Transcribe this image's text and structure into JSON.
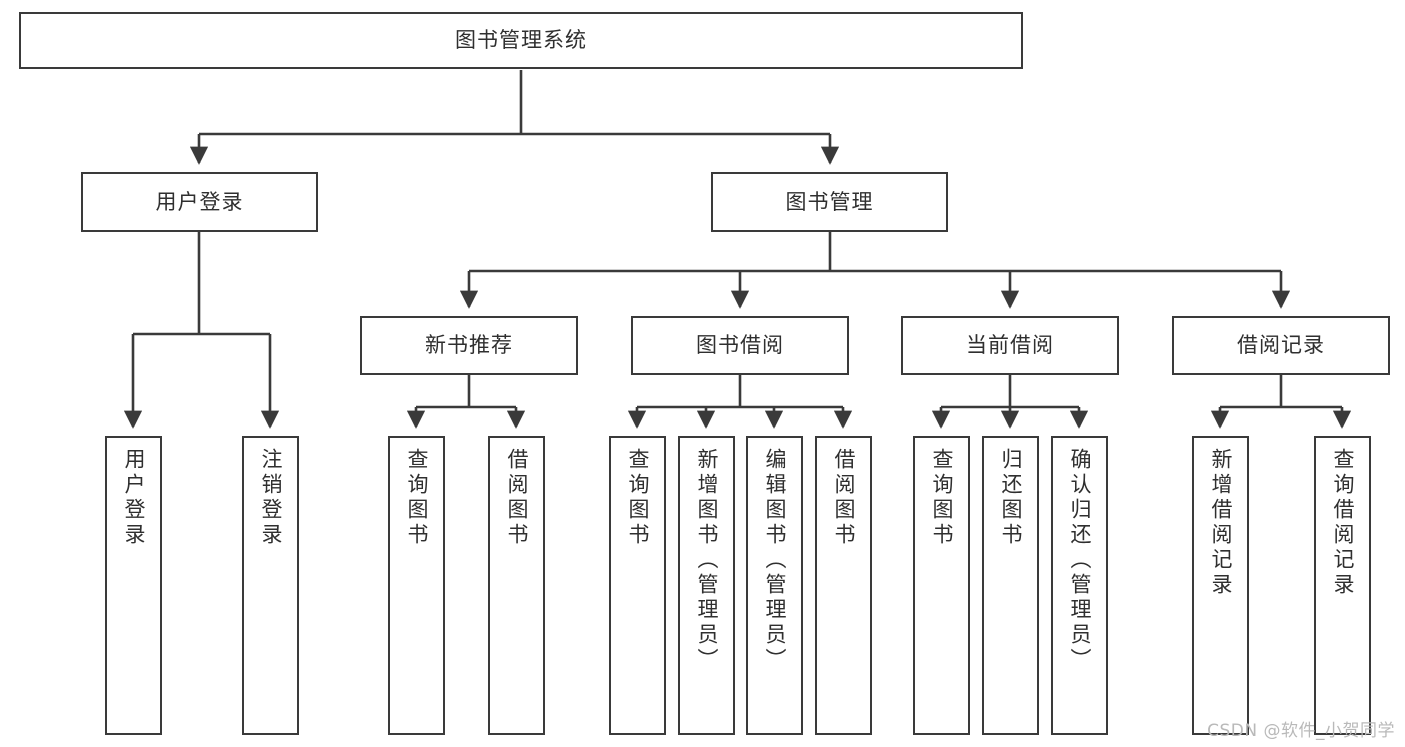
{
  "diagram": {
    "type": "tree-hierarchy",
    "title": "图书管理系统",
    "watermark": "CSDN @软件_小贺同学",
    "colors": {
      "box_border": "#3a3a3a",
      "box_fill": "#ffffff",
      "text": "#2f2f2f",
      "connector": "#3a3a3a",
      "watermark": "#b9b9b9",
      "background": "#ffffff"
    },
    "nodes": {
      "root": {
        "label": "图书管理系统",
        "orientation": "horizontal"
      },
      "level1": [
        {
          "id": "user-login",
          "label": "用户登录",
          "orientation": "horizontal"
        },
        {
          "id": "book-manage",
          "label": "图书管理",
          "orientation": "horizontal"
        }
      ],
      "level2": [
        {
          "id": "new-book-recommend",
          "label": "新书推荐",
          "orientation": "horizontal"
        },
        {
          "id": "book-borrow",
          "label": "图书借阅",
          "orientation": "horizontal"
        },
        {
          "id": "current-borrow",
          "label": "当前借阅",
          "orientation": "horizontal"
        },
        {
          "id": "borrow-record",
          "label": "借阅记录",
          "orientation": "horizontal"
        }
      ],
      "leaves": {
        "user-login": [
          {
            "id": "leaf-user-login",
            "label": "用户登录",
            "orientation": "vertical"
          },
          {
            "id": "leaf-user-logout",
            "label": "注销登录",
            "orientation": "vertical"
          }
        ],
        "new-book-recommend": [
          {
            "id": "leaf-query-book-1",
            "label": "查询图书",
            "orientation": "vertical"
          },
          {
            "id": "leaf-borrow-book-1",
            "label": "借阅图书",
            "orientation": "vertical"
          }
        ],
        "book-borrow": [
          {
            "id": "leaf-query-book-2",
            "label": "查询图书",
            "orientation": "vertical"
          },
          {
            "id": "leaf-add-book",
            "label": "新增图书（管理员）",
            "orientation": "vertical"
          },
          {
            "id": "leaf-edit-book",
            "label": "编辑图书（管理员）",
            "orientation": "vertical"
          },
          {
            "id": "leaf-borrow-book-2",
            "label": "借阅图书",
            "orientation": "vertical"
          }
        ],
        "current-borrow": [
          {
            "id": "leaf-query-book-3",
            "label": "查询图书",
            "orientation": "vertical"
          },
          {
            "id": "leaf-return-book",
            "label": "归还图书",
            "orientation": "vertical"
          },
          {
            "id": "leaf-confirm-return",
            "label": "确认归还（管理员）",
            "orientation": "vertical"
          }
        ],
        "borrow-record": [
          {
            "id": "leaf-add-record",
            "label": "新增借阅记录",
            "orientation": "vertical"
          },
          {
            "id": "leaf-query-record",
            "label": "查询借阅记录",
            "orientation": "vertical"
          }
        ]
      }
    },
    "edges": [
      {
        "from": "图书管理系统",
        "to": "用户登录"
      },
      {
        "from": "图书管理系统",
        "to": "图书管理"
      },
      {
        "from": "用户登录",
        "to": "用户登录"
      },
      {
        "from": "用户登录",
        "to": "注销登录"
      },
      {
        "from": "图书管理",
        "to": "新书推荐"
      },
      {
        "from": "图书管理",
        "to": "图书借阅"
      },
      {
        "from": "图书管理",
        "to": "当前借阅"
      },
      {
        "from": "图书管理",
        "to": "借阅记录"
      },
      {
        "from": "新书推荐",
        "to": "查询图书"
      },
      {
        "from": "新书推荐",
        "to": "借阅图书"
      },
      {
        "from": "图书借阅",
        "to": "查询图书"
      },
      {
        "from": "图书借阅",
        "to": "新增图书（管理员）"
      },
      {
        "from": "图书借阅",
        "to": "编辑图书（管理员）"
      },
      {
        "from": "图书借阅",
        "to": "借阅图书"
      },
      {
        "from": "当前借阅",
        "to": "查询图书"
      },
      {
        "from": "当前借阅",
        "to": "归还图书"
      },
      {
        "from": "当前借阅",
        "to": "确认归还（管理员）"
      },
      {
        "from": "借阅记录",
        "to": "新增借阅记录"
      },
      {
        "from": "借阅记录",
        "to": "查询借阅记录"
      }
    ]
  }
}
